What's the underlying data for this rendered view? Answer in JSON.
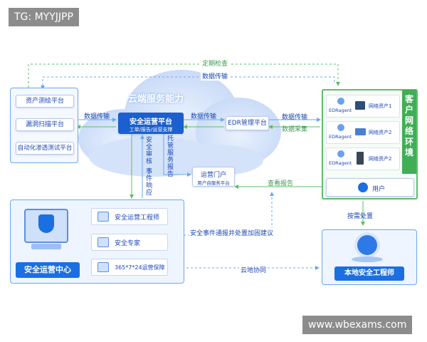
{
  "watermark_top": "TG: MYYJJPP",
  "watermark_bottom": "www.wbexams.com",
  "top_flow": {
    "check": "定期检查",
    "transfer": "数据传输"
  },
  "left_tools": [
    "资产测绘平台",
    "漏洞扫描平台",
    "自动化渗透测试平台"
  ],
  "cloud": {
    "title": "云端服务能力",
    "platform_title": "安全运营平台",
    "platform_sub": "工单/报告/运营支撑",
    "edr": "EDR管理平台",
    "portal_title": "运营门户",
    "portal_sub": "用户自服务平台"
  },
  "edge_labels": {
    "tools_to_platform": "数据传输",
    "platform_to_edr": "数据传输",
    "edr_to_customer_top": "数据传输",
    "edr_to_customer_bottom": "数据采集",
    "security_review": "安全审核",
    "event_response": "事件响应",
    "hosted_report": "托管服务报告",
    "view_report": "查看报告",
    "report_suggest": "安全事件通报并处置加固建议",
    "cloud_coop": "云地协同",
    "on_demand": "按需处置"
  },
  "customer": {
    "title": "客户网络环境",
    "agents": [
      {
        "agent": "EDRagent",
        "asset": "网络资产1"
      },
      {
        "agent": "EDRagent",
        "asset": "网络资产2"
      },
      {
        "agent": "EDRagent",
        "asset": "网络资产2"
      }
    ],
    "user": "用户"
  },
  "soc": {
    "title": "安全运营中心",
    "services": [
      "安全运营工程师",
      "安全专家",
      "365*7*24运营保障"
    ]
  },
  "local_engineer": "本地安全工程师",
  "colors": {
    "blue": "#1b6fe0",
    "green": "#5bbf6a",
    "cloud": "#dfe9fb",
    "text_blue": "#1b47b5"
  }
}
